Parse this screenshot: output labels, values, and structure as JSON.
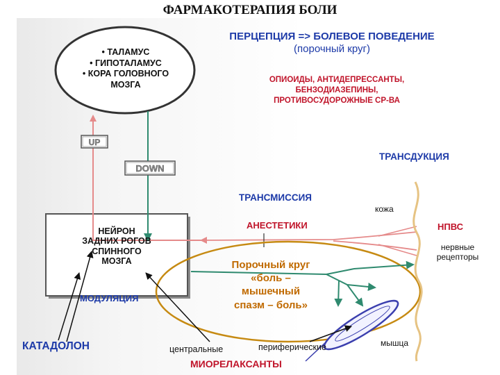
{
  "title": "ФАРМАКОТЕРАПИЯ БОЛИ",
  "brain": {
    "items": [
      "• ТАЛАМУС",
      "• ГИПОТАЛАМУС",
      "• КОРА ГОЛОВНОГО",
      "МОЗГА"
    ]
  },
  "perception": {
    "line1": "ПЕРЦЕПЦИЯ => БОЛЕВОЕ ПОВЕДЕНИЕ",
    "line2": "(порочный круг)"
  },
  "drugs": {
    "line1": "ОПИОИДЫ, АНТИДЕПРЕССАНТЫ,",
    "line2": "БЕНЗОДИАЗЕПИНЫ,",
    "line3": "ПРОТИВОСУДОРОЖНЫЕ СР-ВА"
  },
  "arrows": {
    "up": "UP",
    "down": "DOWN"
  },
  "transduction": "ТРАНСДУКЦИЯ",
  "transmission": "ТРАНСМИССИЯ",
  "skin": "кожа",
  "anesthetics": "АНЕСТЕТИКИ",
  "nsaids": "НПВС",
  "receptors": {
    "line1": "нервные",
    "line2": "рецепторы"
  },
  "neuron": {
    "line1": "НЕЙРОН",
    "line2": "ЗАДНИХ РОГОВ",
    "line3": "СПИННОГО",
    "line4": "МОЗГА"
  },
  "modulation": "МОДУЛЯЦИЯ",
  "vicious_circle": {
    "line1": "Порочный круг",
    "line2": "«боль –",
    "line3": "мышечный",
    "line4": "спазм – боль»"
  },
  "katadolon": "КАТАДОЛОН",
  "central": "центральные",
  "peripheral": "периферические",
  "muscle": "мышца",
  "muscle_relaxants": "МИОРЕЛАКСАНТЫ",
  "colors": {
    "blue": "#1d3aa8",
    "red": "#c0142a",
    "orange": "#c68a12",
    "green": "#2f8a6f",
    "pink": "#e58a8a"
  }
}
